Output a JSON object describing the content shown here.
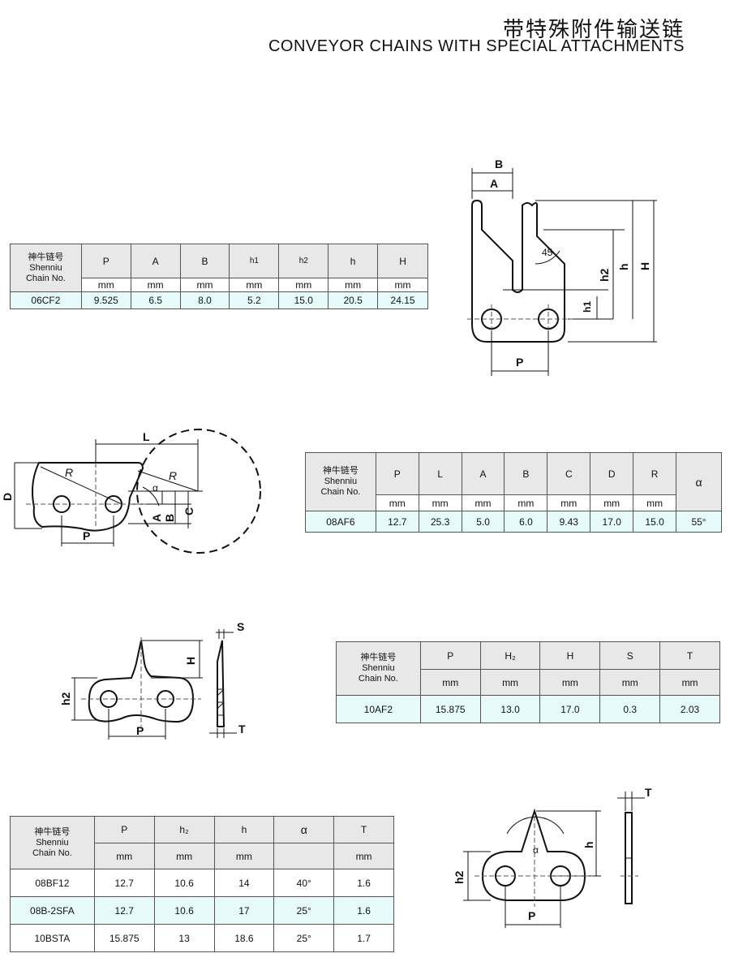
{
  "header": {
    "title_cn": "带特殊附件输送链",
    "title_en": "CONVEYOR CHAINS WITH SPECIAL ATTACHMENTS"
  },
  "common": {
    "chain_label_cn": "神牛链号",
    "chain_label_en1": "Shenniu",
    "chain_label_en2": "Chain No.",
    "unit": "mm"
  },
  "table1": {
    "columns": [
      "P",
      "A",
      "B",
      "h1",
      "h2",
      "h",
      "H"
    ],
    "rows": [
      {
        "chain": "06CF2",
        "values": [
          "9.525",
          "6.5",
          "8.0",
          "5.2",
          "15.0",
          "20.5",
          "24.15"
        ]
      }
    ]
  },
  "table2": {
    "columns": [
      "P",
      "L",
      "A",
      "B",
      "C",
      "D",
      "R",
      "α"
    ],
    "units": [
      "mm",
      "mm",
      "mm",
      "mm",
      "mm",
      "mm",
      "mm",
      ""
    ],
    "rows": [
      {
        "chain": "08AF6",
        "values": [
          "12.7",
          "25.3",
          "5.0",
          "6.0",
          "9.43",
          "17.0",
          "15.0",
          "55°"
        ]
      }
    ]
  },
  "table3": {
    "columns": [
      "P",
      "H₂",
      "H",
      "S",
      "T"
    ],
    "rows": [
      {
        "chain": "10AF2",
        "values": [
          "15.875",
          "13.0",
          "17.0",
          "0.3",
          "2.03"
        ]
      }
    ]
  },
  "table4": {
    "columns": [
      "P",
      "h₂",
      "h",
      "α",
      "T"
    ],
    "units": [
      "mm",
      "mm",
      "mm",
      "",
      "mm"
    ],
    "rows": [
      {
        "chain": "08BF12",
        "values": [
          "12.7",
          "10.6",
          "14",
          "40°",
          "1.6"
        ]
      },
      {
        "chain": "08B-2SFA",
        "values": [
          "12.7",
          "10.6",
          "17",
          "25°",
          "1.6"
        ]
      },
      {
        "chain": "10BSTA",
        "values": [
          "15.875",
          "13",
          "18.6",
          "25°",
          "1.7"
        ]
      }
    ]
  },
  "drawing1": {
    "labels": {
      "B": "B",
      "A": "A",
      "angle": "45",
      "h2": "h2",
      "h": "h",
      "H": "H",
      "h1": "h1",
      "P": "P"
    }
  },
  "drawing2": {
    "labels": {
      "L": "L",
      "R1": "R",
      "R2": "R",
      "alpha": "α",
      "D": "D",
      "A": "A",
      "B": "B",
      "C": "C",
      "P": "P"
    }
  },
  "drawing3": {
    "labels": {
      "S": "S",
      "H": "H",
      "h2": "h2",
      "T": "T",
      "P": "P"
    }
  },
  "drawing4": {
    "labels": {
      "T": "T",
      "h": "h",
      "alpha": "α",
      "h2": "h2",
      "P": "P"
    }
  }
}
